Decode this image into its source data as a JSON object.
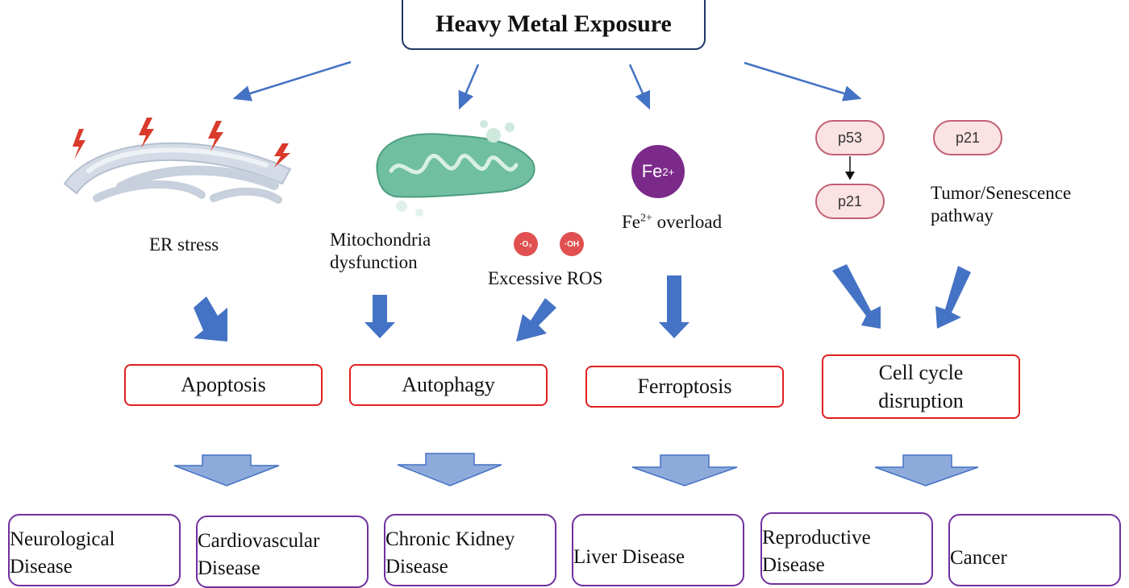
{
  "title": "Heavy Metal Exposure",
  "labels": {
    "er": "ER stress",
    "mito_line1": "Mitochondria",
    "mito_line2": "dysfunction",
    "ros": "Excessive ROS",
    "fe_prefix": "Fe",
    "fe_sup": "2+",
    "fe_suffix": " overload",
    "tumor_line1": "Tumor/Senescence",
    "tumor_line2": "pathway"
  },
  "icons": {
    "fe_text": "Fe",
    "fe_sup": "2+",
    "ros1": "·O₂",
    "ros2": "·OH",
    "p53": "p53",
    "p21_top": "p21",
    "p21_right": "p21"
  },
  "processes": {
    "apoptosis": "Apoptosis",
    "autophagy": "Autophagy",
    "ferroptosis": "Ferroptosis",
    "cellcycle_line1": "Cell cycle",
    "cellcycle_line2": "disruption"
  },
  "diseases": [
    {
      "line1": "Neurological",
      "line2": "Disease"
    },
    {
      "line1": "Cardiovascular",
      "line2": "Disease"
    },
    {
      "line1": "Chronic Kidney",
      "line2": "Disease"
    },
    {
      "line1": "Liver Disease",
      "line2": ""
    },
    {
      "line1": "Reproductive",
      "line2": "Disease"
    },
    {
      "line1": "Cancer",
      "line2": ""
    }
  ],
  "colors": {
    "arrow_blue": "#4472c4",
    "process_border": "#e02020",
    "disease_border": "#7030a0",
    "title_border": "#1f3864",
    "wide_arrow_fill": "#8eaadb"
  }
}
